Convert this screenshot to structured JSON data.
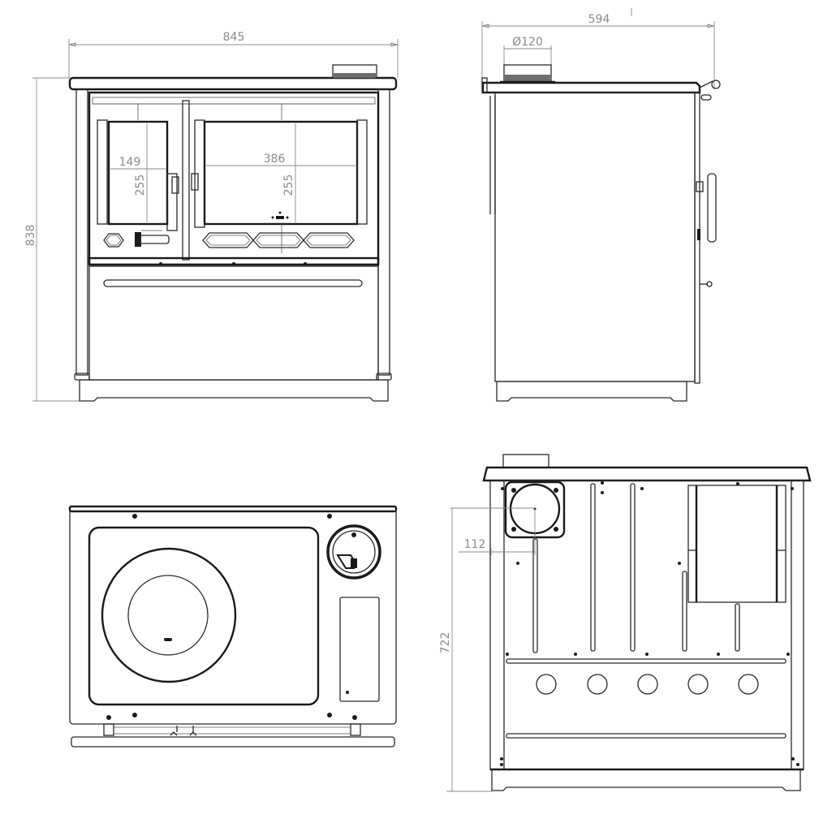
{
  "drawing": {
    "subject": "Wood-burning cook stove technical drawing",
    "views": [
      "front-view",
      "side-view",
      "top-view",
      "rear-view"
    ]
  },
  "dimensions": {
    "front": {
      "overall_width": "845",
      "overall_height": "838",
      "firebox_window_width": "149",
      "firebox_window_height": "255",
      "oven_window_width": "386",
      "oven_window_height": "255"
    },
    "side": {
      "overall_depth": "594",
      "flue_diameter": "Ø120"
    },
    "rear": {
      "flue_center_offset": "112",
      "flue_center_height": "722"
    }
  },
  "colors": {
    "line": "#2a2a2a",
    "dimension": "#8a8a8a",
    "background": "#ffffff"
  }
}
